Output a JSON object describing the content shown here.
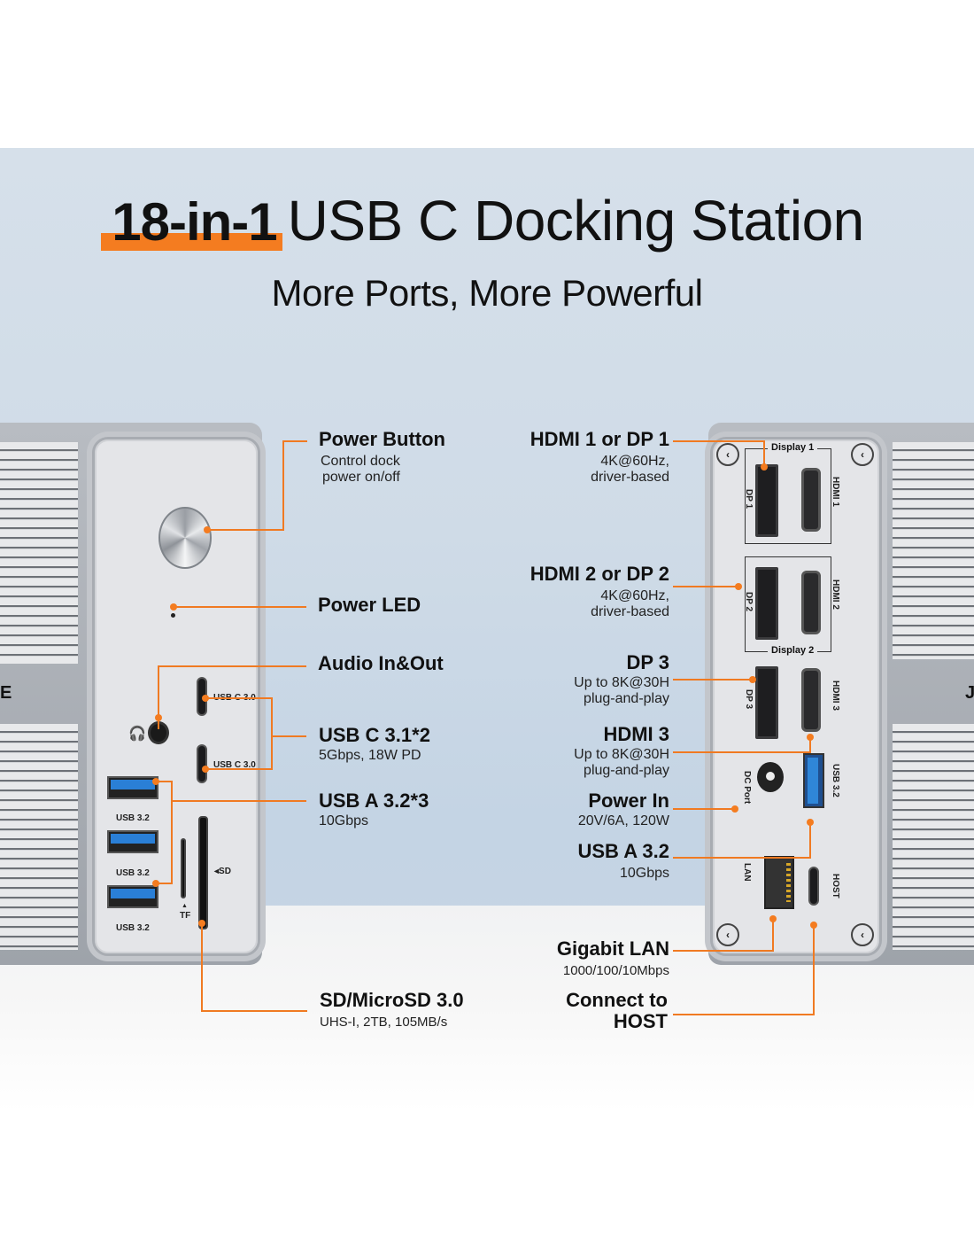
{
  "title": {
    "highlight": "18-in-1",
    "main": "USB C Docking Station",
    "subtitle": "More Ports, More Powerful"
  },
  "colors": {
    "accent": "#f47c20",
    "background": "#d3dee9",
    "floor": "#f5f5f5",
    "text": "#111111"
  },
  "left_callouts": [
    {
      "heading": "Power Button",
      "details": [
        "Control dock",
        "power on/off"
      ]
    },
    {
      "heading": "Power LED",
      "details": []
    },
    {
      "heading": "Audio In&Out",
      "details": []
    },
    {
      "heading": "USB C 3.1*2",
      "details": [
        "5Gbps, 18W PD"
      ]
    },
    {
      "heading": "USB A 3.2*3",
      "details": [
        "10Gbps"
      ]
    },
    {
      "heading": "SD/MicroSD 3.0",
      "details": [
        "UHS-I, 2TB, 105MB/s"
      ]
    }
  ],
  "right_callouts": [
    {
      "heading": "HDMI 1 or DP 1",
      "details": [
        "4K@60Hz,",
        "driver-based"
      ]
    },
    {
      "heading": "HDMI 2 or DP 2",
      "details": [
        "4K@60Hz,",
        "driver-based"
      ]
    },
    {
      "heading": "DP 3",
      "details": [
        "Up to 8K@30H",
        "plug-and-play"
      ]
    },
    {
      "heading": "HDMI 3",
      "details": [
        "Up to 8K@30H",
        "plug-and-play"
      ]
    },
    {
      "heading": "Power In",
      "details": [
        "20V/6A, 120W"
      ]
    },
    {
      "heading": "USB A 3.2",
      "details": [
        "10Gbps"
      ]
    },
    {
      "heading": "Gigabit LAN",
      "details": [
        "1000/100/10Mbps"
      ]
    },
    {
      "heading": "Connect to",
      "details": [
        "HOST"
      ]
    }
  ],
  "front_panel_labels": {
    "usbc_1": "USB C 3.0",
    "usbc_2": "USB C 3.0",
    "usba_1": "USB 3.2",
    "usba_2": "USB 3.2",
    "usba_3": "USB 3.2",
    "sd": "◂SD",
    "tf": "TF",
    "tf_arrow": "▲",
    "headset_icon": "🎧",
    "brand_partial": "E"
  },
  "rear_panel_labels": {
    "display_1": "Display 1",
    "display_2": "Display 2",
    "dp1": "DP 1",
    "dp2": "DP 2",
    "dp3": "DP 3",
    "hdmi1": "HDMI 1",
    "hdmi2": "HDMI 2",
    "hdmi3": "HDMI 3",
    "dc": "DC Port",
    "usb": "USB 3.2",
    "lan": "LAN",
    "host": "HOST",
    "screw_glyph": "‹",
    "brand_partial": "J"
  }
}
